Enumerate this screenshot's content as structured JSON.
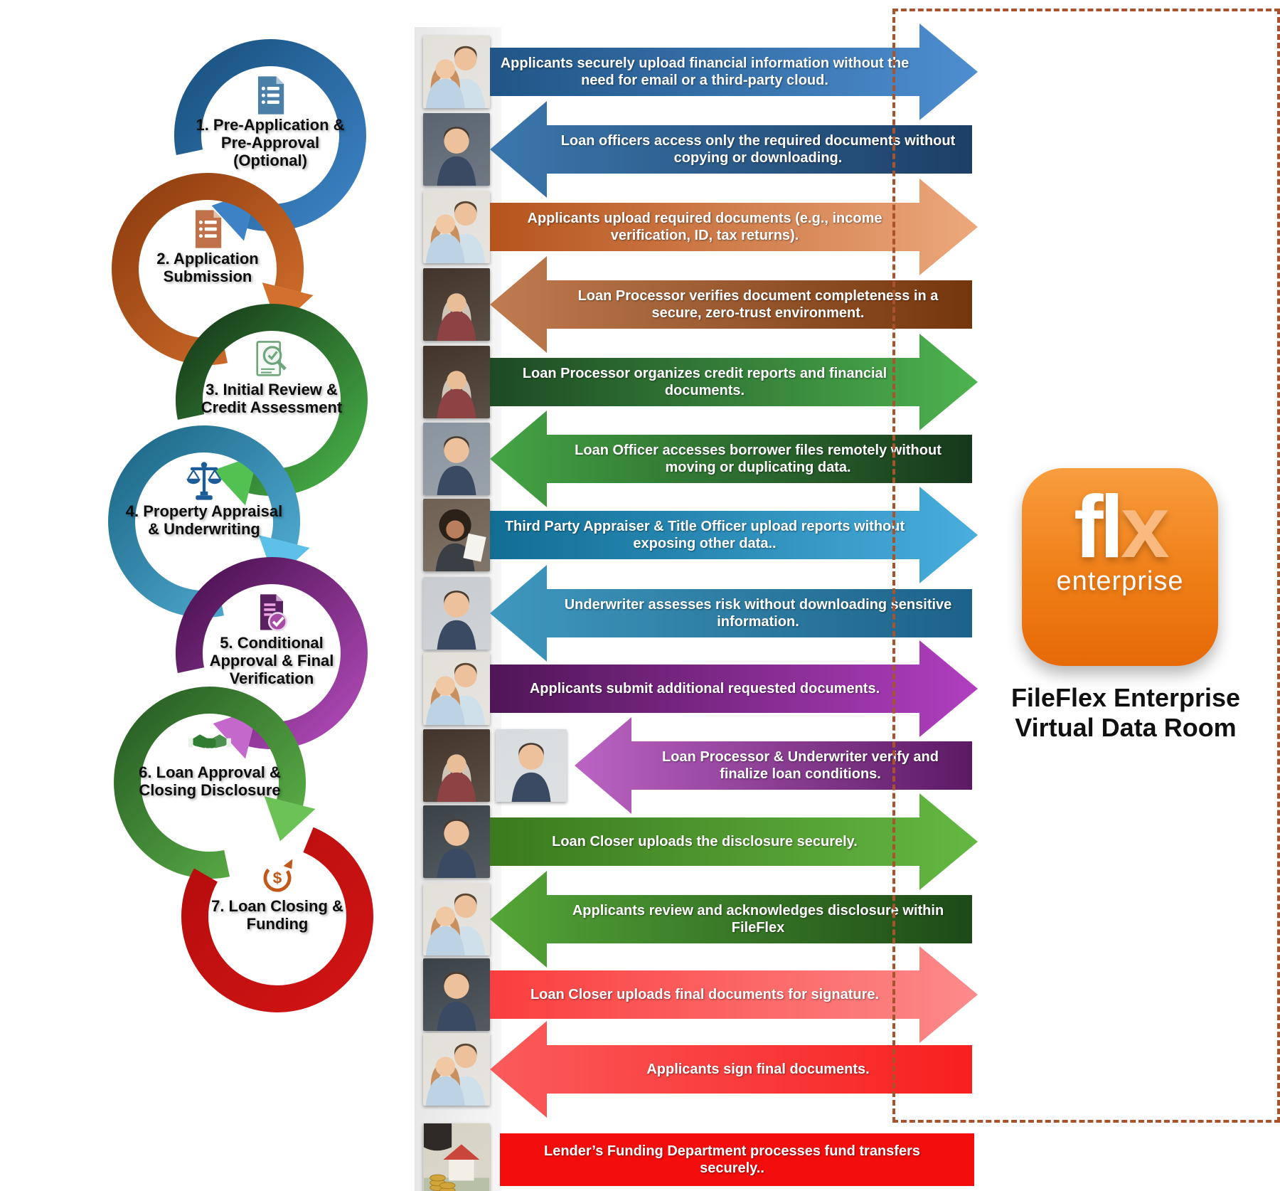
{
  "logo": {
    "fl": "fl",
    "x": "x",
    "sub": "enterprise",
    "caption_line1": "FileFlex Enterprise",
    "caption_line2": "Virtual Data Room"
  },
  "boundary_color": "#a8532c",
  "steps": [
    {
      "label": "1. Pre-Application & Pre-Approval (Optional)",
      "icon": "form-icon",
      "ring_from": "#1a5280",
      "ring_to": "#3c82c4",
      "head": "#3c82c4",
      "icon_color": "#4a7fa8",
      "arc": "odd"
    },
    {
      "label": "2. Application Submission",
      "icon": "form-icon",
      "ring_from": "#8e3c0e",
      "ring_to": "#d4702e",
      "head": "#d4702e",
      "icon_color": "#c0714a",
      "arc": "even"
    },
    {
      "label": "3. Initial Review & Credit Assessment",
      "icon": "review-icon",
      "ring_from": "#173a1a",
      "ring_to": "#47b047",
      "head": "#52c152",
      "icon_color": "#6fa57b",
      "arc": "odd"
    },
    {
      "label": "4. Property Appraisal & Underwriting",
      "icon": "scales-icon",
      "ring_from": "#1d6787",
      "ring_to": "#54b1d8",
      "head": "#5cc0e8",
      "icon_color": "#1d5c99",
      "arc": "even"
    },
    {
      "label": "5. Conditional Approval & Final Verification",
      "icon": "doc-check-icon",
      "ring_from": "#4a1150",
      "ring_to": "#b04ab8",
      "head": "#c468cc",
      "icon_color": "#5a2160",
      "arc": "odd"
    },
    {
      "label": "6. Loan Approval & Closing Disclosure",
      "icon": "handshake-icon",
      "ring_from": "#275c24",
      "ring_to": "#5fb54a",
      "head": "#6cc256",
      "icon_color": "#2e7d32",
      "arc": "even"
    },
    {
      "label": "7. Loan Closing & Funding",
      "icon": "dollar-cycle-icon",
      "ring_from": "#b50d0d",
      "ring_to": "#d11414",
      "head": "#d11414",
      "icon_color": "#c2571a",
      "arc": "seven"
    }
  ],
  "rows": [
    {
      "text": "Applicants securely upload financial information without the need for email or a third-party cloud.",
      "direction": "right",
      "photo": {
        "type": "couple",
        "bg": "#e3e0da"
      },
      "color_from": "#205586",
      "color_to": "#4e8ed0"
    },
    {
      "text": "Loan officers access only the required documents without copying or downloading.",
      "direction": "left",
      "photo": {
        "type": "man",
        "bg": "#5a6470"
      },
      "color_from": "#3b77ad",
      "color_to": "#1c3f66"
    },
    {
      "text": "Applicants upload required documents (e.g., income verification, ID, tax returns).",
      "direction": "right",
      "photo": {
        "type": "couple",
        "bg": "#e3e0da"
      },
      "color_from": "#b5541d",
      "color_to": "#eca87c"
    },
    {
      "text": "Loan Processor verifies document completeness in a secure, zero-trust environment.",
      "direction": "left",
      "photo": {
        "type": "woman",
        "bg": "#42342a"
      },
      "color_from": "#c07c50",
      "color_to": "#74360d"
    },
    {
      "text": "Loan Processor organizes credit reports and financial documents.",
      "direction": "right",
      "photo": {
        "type": "woman",
        "bg": "#42342a"
      },
      "color_from": "#1d4a23",
      "color_to": "#4db34f"
    },
    {
      "text": "Loan Officer accesses borrower files remotely without moving or duplicating data.",
      "direction": "left",
      "photo": {
        "type": "man",
        "bg": "#8a949e"
      },
      "color_from": "#45a545",
      "color_to": "#16381b"
    },
    {
      "text": "Third Party Appraiser & Title Officer upload reports without exposing other data..",
      "direction": "right",
      "photo": {
        "type": "woman-curly",
        "bg": "#6e6052"
      },
      "color_from": "#116d94",
      "color_to": "#49aede"
    },
    {
      "text": "Underwriter assesses risk without downloading sensitive information.",
      "direction": "left",
      "photo": {
        "type": "man",
        "bg": "#c8ccd0"
      },
      "color_from": "#3f98be",
      "color_to": "#1d6289"
    },
    {
      "text": "Applicants submit additional requested documents.",
      "direction": "right",
      "photo": {
        "type": "couple",
        "bg": "#e3e0da"
      },
      "color_from": "#4f1556",
      "color_to": "#b13fc0"
    },
    {
      "text": "Loan Processor & Underwriter verify and finalize loan conditions.",
      "direction": "left",
      "photo": {
        "type": "woman",
        "bg": "#42342a"
      },
      "photo2": {
        "type": "man",
        "bg": "#d8dcde"
      },
      "color_from": "#bb64c4",
      "color_to": "#5c1a64"
    },
    {
      "text": "Loan Closer uploads the disclosure securely.",
      "direction": "right",
      "photo": {
        "type": "man",
        "bg": "#3a4248"
      },
      "color_from": "#3b7a1e",
      "color_to": "#64b842"
    },
    {
      "text": "Applicants review and acknowledges disclosure within FileFlex",
      "direction": "left",
      "photo": {
        "type": "couple",
        "bg": "#e3e0da"
      },
      "color_from": "#54a637",
      "color_to": "#1d4a17"
    },
    {
      "text": "Loan Closer uploads final documents for signature.",
      "direction": "right",
      "photo": {
        "type": "man",
        "bg": "#3a4248"
      },
      "color_from": "#fb3d3d",
      "color_to": "#fc8b8b"
    },
    {
      "text": "Applicants sign final documents.",
      "direction": "left",
      "photo": {
        "type": "couple",
        "bg": "#e3e0da"
      },
      "color_from": "#fb5b5b",
      "color_to": "#f81f1f"
    },
    {
      "text": "Lender’s Funding Department processes fund transfers securely..",
      "direction": "rect",
      "photo": {
        "type": "money",
        "bg": "#d6d2c4"
      },
      "color_from": "#f30d0d",
      "color_to": "#f30d0d"
    }
  ]
}
